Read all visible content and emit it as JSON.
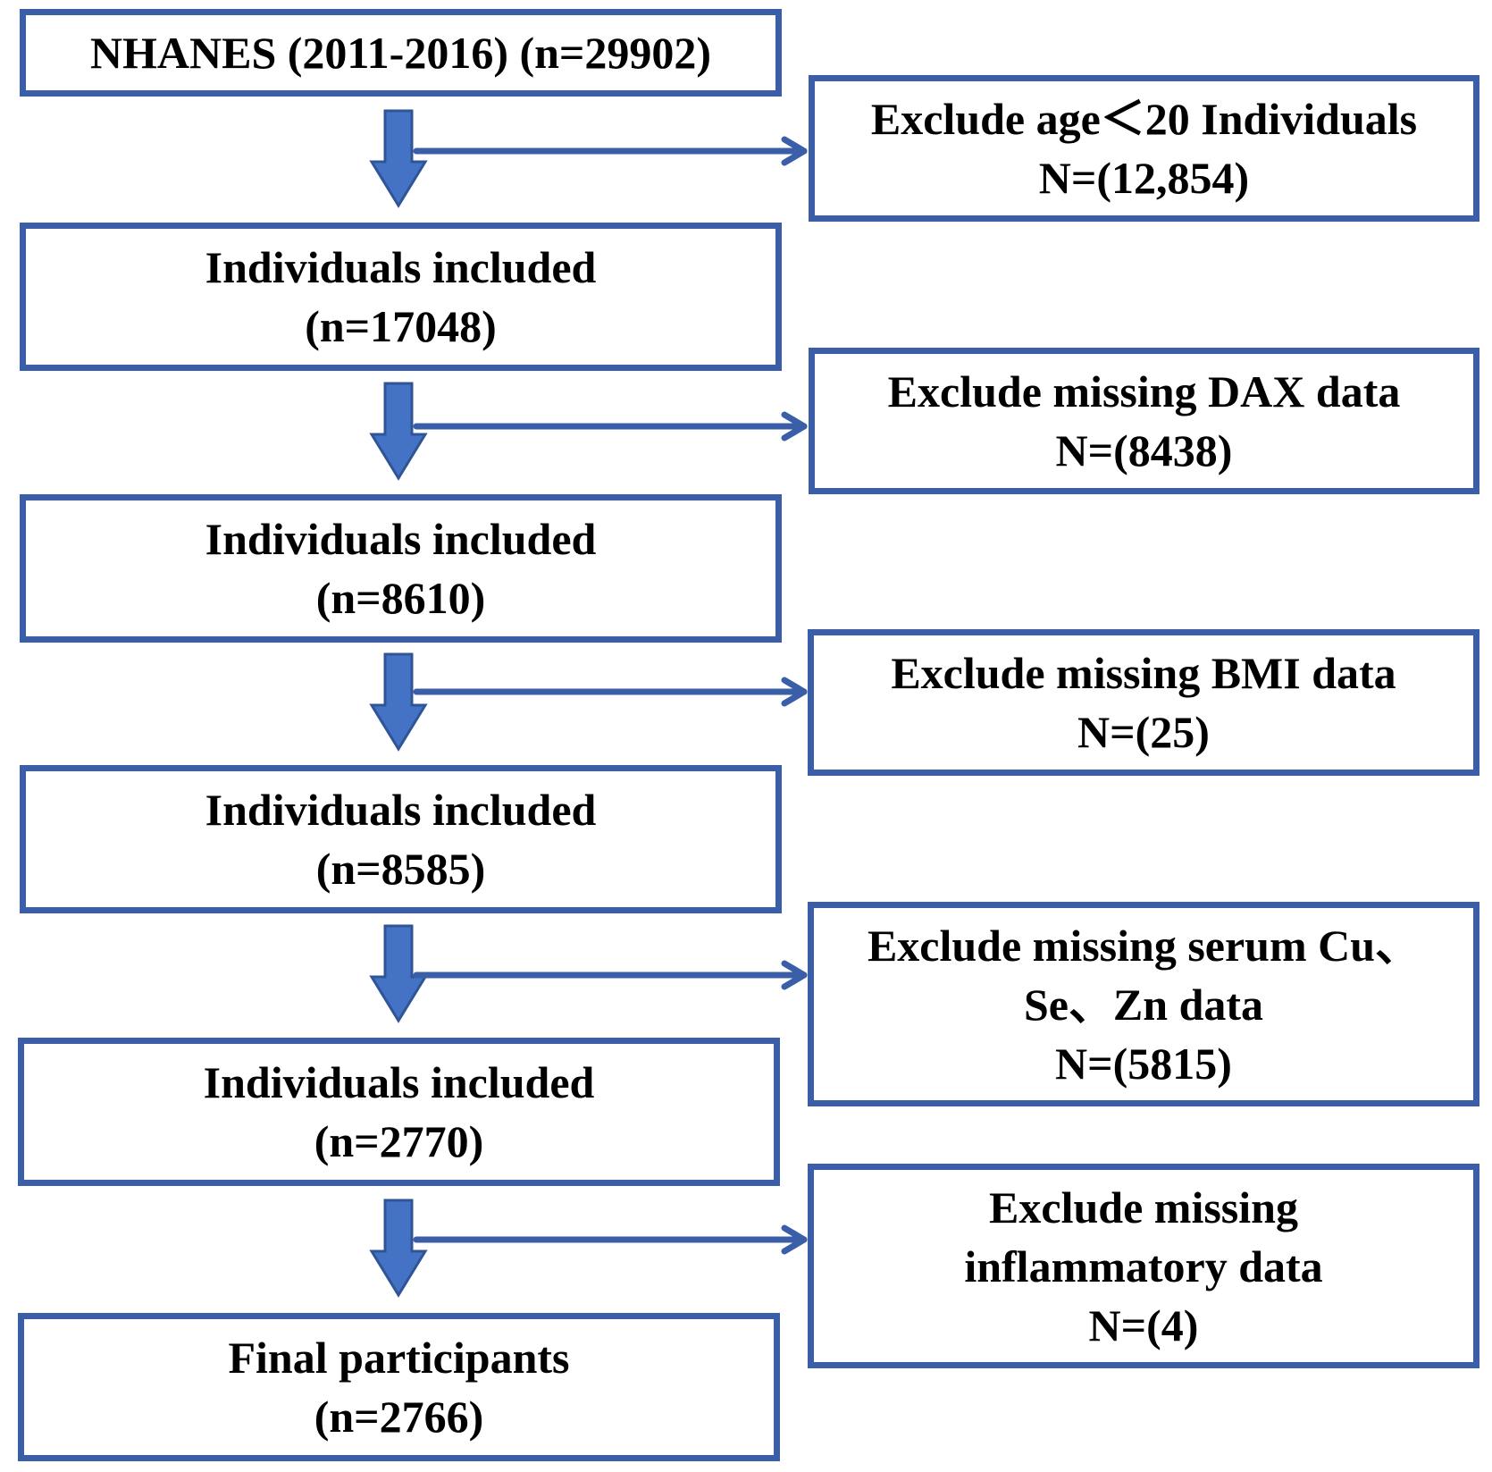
{
  "colors": {
    "border": "#3a5fa8",
    "arrow_fill": "#4472c4",
    "arrow_stroke": "#2f5597",
    "text": "#000000"
  },
  "main_steps": [
    {
      "lines": [
        "NHANES (2011-2016) (n=29902)"
      ]
    },
    {
      "lines": [
        "Individuals included",
        "(n=17048)"
      ]
    },
    {
      "lines": [
        "Individuals included",
        "(n=8610)"
      ]
    },
    {
      "lines": [
        "Individuals included",
        "(n=8585)"
      ]
    },
    {
      "lines": [
        "Individuals included",
        "(n=2770)"
      ]
    },
    {
      "lines": [
        "Final participants",
        "(n=2766)"
      ]
    }
  ],
  "exclusions": [
    {
      "lines": [
        "Exclude age＜20 Individuals",
        "N=(12,854)"
      ]
    },
    {
      "lines": [
        "Exclude missing DAX data",
        "N=(8438)"
      ]
    },
    {
      "lines": [
        "Exclude missing BMI data",
        "N=(25)"
      ]
    },
    {
      "lines": [
        "Exclude missing serum Cu、",
        "Se、Zn data",
        "N=(5815)"
      ]
    },
    {
      "lines": [
        "Exclude missing",
        "inflammatory data",
        "N=(4)"
      ]
    }
  ]
}
